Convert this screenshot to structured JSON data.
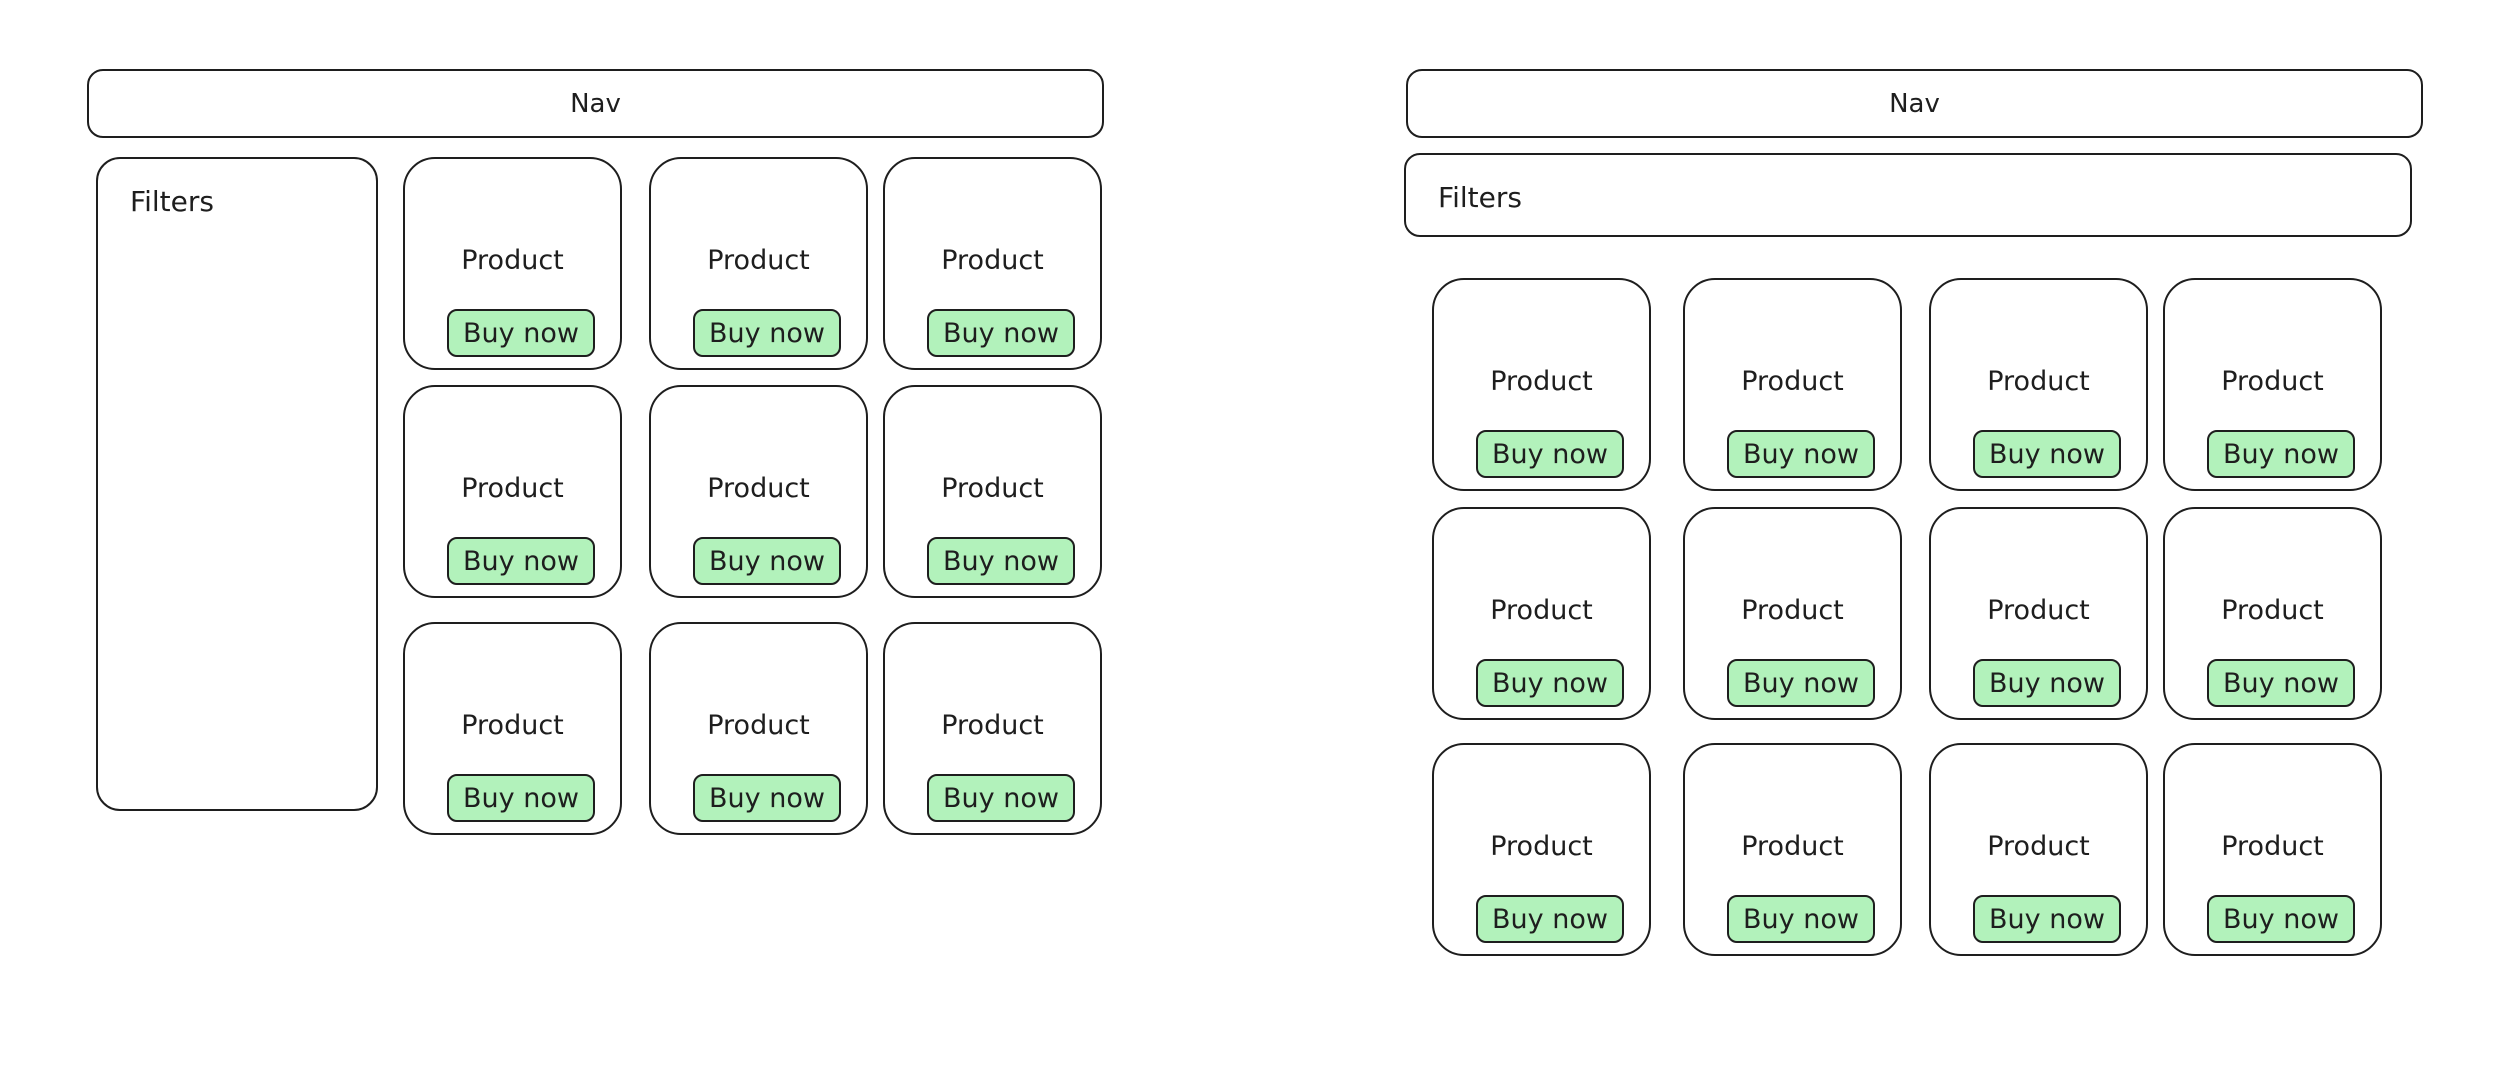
{
  "left": {
    "nav": "Nav",
    "filters": "Filters",
    "products": [
      {
        "label": "Product",
        "button": "Buy now"
      },
      {
        "label": "Product",
        "button": "Buy now"
      },
      {
        "label": "Product",
        "button": "Buy now"
      },
      {
        "label": "Product",
        "button": "Buy now"
      },
      {
        "label": "Product",
        "button": "Buy now"
      },
      {
        "label": "Product",
        "button": "Buy now"
      },
      {
        "label": "Product",
        "button": "Buy now"
      },
      {
        "label": "Product",
        "button": "Buy now"
      },
      {
        "label": "Product",
        "button": "Buy now"
      }
    ]
  },
  "right": {
    "nav": "Nav",
    "filters": "Filters",
    "products": [
      {
        "label": "Product",
        "button": "Buy now"
      },
      {
        "label": "Product",
        "button": "Buy now"
      },
      {
        "label": "Product",
        "button": "Buy now"
      },
      {
        "label": "Product",
        "button": "Buy now"
      },
      {
        "label": "Product",
        "button": "Buy now"
      },
      {
        "label": "Product",
        "button": "Buy now"
      },
      {
        "label": "Product",
        "button": "Buy now"
      },
      {
        "label": "Product",
        "button": "Buy now"
      },
      {
        "label": "Product",
        "button": "Buy now"
      },
      {
        "label": "Product",
        "button": "Buy now"
      },
      {
        "label": "Product",
        "button": "Buy now"
      },
      {
        "label": "Product",
        "button": "Buy now"
      }
    ]
  },
  "colors": {
    "button_fill": "#b2f2bb",
    "stroke": "#1e1e1e"
  }
}
